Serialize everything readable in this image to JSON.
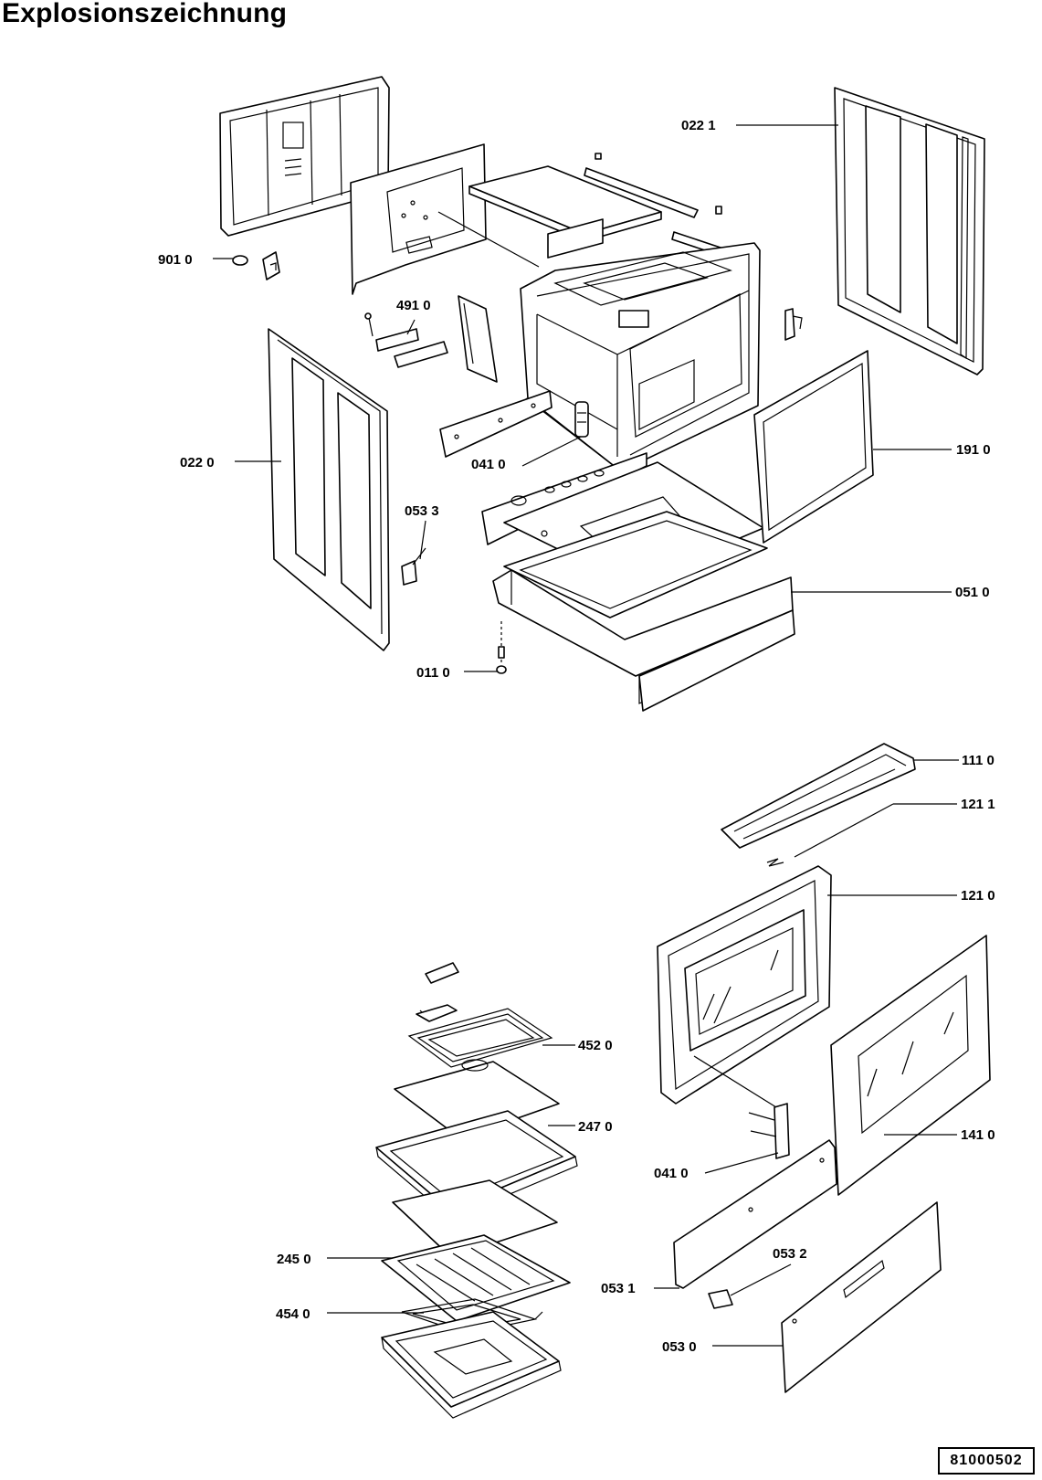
{
  "title": "Explosionszeichnung",
  "reference_number": "81000502",
  "callouts": {
    "c9010": "901 0",
    "c4910": "491 0",
    "c0221": "022 1",
    "c0220": "022 0",
    "c0533": "053 3",
    "c0410a": "041 0",
    "c1910": "191 0",
    "c0510": "051 0",
    "c0110": "011 0",
    "c1110": "111 0",
    "c1211": "121 1",
    "c1210": "121 0",
    "c4520": "452 0",
    "c2470": "247 0",
    "c1410": "141 0",
    "c0410b": "041 0",
    "c2450": "245 0",
    "c0532": "053 2",
    "c0531": "053 1",
    "c4540": "454 0",
    "c0530": "053 0"
  }
}
